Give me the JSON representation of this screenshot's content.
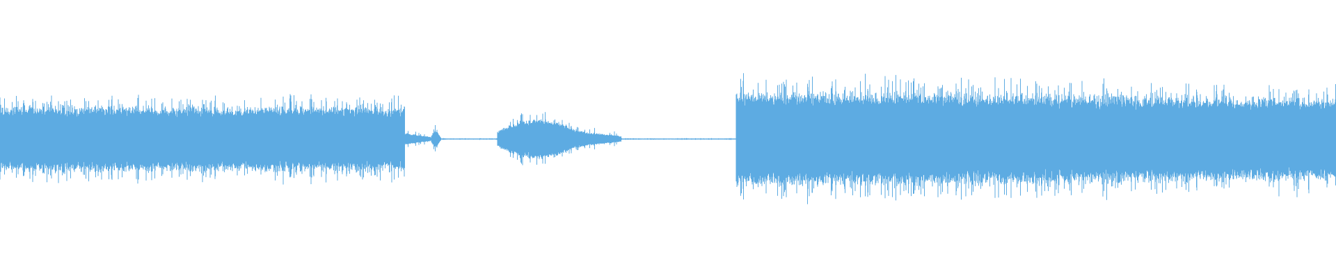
{
  "colors": {
    "background": "#ffffff",
    "waveform": "#5dabe2"
  },
  "waveform": {
    "segments": [
      {
        "start": 0.0,
        "end": 0.303,
        "amp": 0.22,
        "peak": 0.3,
        "kind": "dense"
      },
      {
        "start": 0.303,
        "end": 0.322,
        "amp": 0.04,
        "peak": 0.07,
        "kind": "fade"
      },
      {
        "start": 0.322,
        "end": 0.33,
        "amp": 0.06,
        "peak": 0.11,
        "kind": "burst"
      },
      {
        "start": 0.33,
        "end": 0.372,
        "amp": 0.004,
        "peak": 0.006,
        "kind": "silence"
      },
      {
        "start": 0.372,
        "end": 0.438,
        "amp": 0.14,
        "peak": 0.2,
        "kind": "swell"
      },
      {
        "start": 0.438,
        "end": 0.465,
        "amp": 0.05,
        "peak": 0.12,
        "kind": "fade"
      },
      {
        "start": 0.465,
        "end": 0.551,
        "amp": 0.004,
        "peak": 0.006,
        "kind": "silence"
      },
      {
        "start": 0.551,
        "end": 1.0,
        "amp": 0.33,
        "peak": 0.45,
        "kind": "loud"
      }
    ]
  }
}
